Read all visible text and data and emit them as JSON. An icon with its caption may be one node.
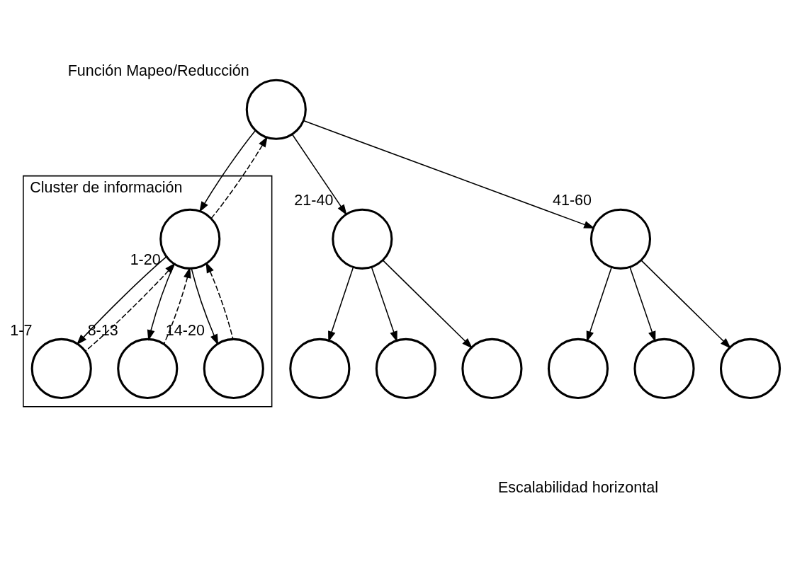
{
  "diagram": {
    "nodes": [
      {
        "text": [],
        "shape": "circle",
        "beside": [
          "Función Mapeo/Reducción"
        ]
      },
      {
        "text": [
          "Cluster de información"
        ]
      },
      {
        "text": [],
        "shape": "circle",
        "beside": [
          "1-20"
        ],
        "in": 1
      },
      {
        "text": [],
        "shape": "circle",
        "beside": [
          "21-40"
        ]
      },
      {
        "text": [],
        "shape": "circle",
        "beside": [
          "41-60"
        ]
      },
      {
        "text": [],
        "shape": "circle",
        "beside": [
          "1-7"
        ],
        "in": 1
      },
      {
        "text": [],
        "shape": "circle",
        "beside": [
          "8-13"
        ],
        "in": 1
      },
      {
        "text": [],
        "shape": "circle",
        "beside": [
          "14-20"
        ],
        "in": 1
      },
      {
        "text": [],
        "shape": "circle"
      },
      {
        "text": [],
        "shape": "circle"
      },
      {
        "text": [],
        "shape": "circle"
      },
      {
        "text": [],
        "shape": "circle"
      },
      {
        "text": [],
        "shape": "circle"
      },
      {
        "text": [],
        "shape": "circle"
      }
    ],
    "edges": [
      {
        "from": 0,
        "to": 2,
        "arrow": "to"
      },
      {
        "from": 2,
        "to": 0,
        "arrow": "to",
        "style": "dashed"
      },
      {
        "from": 0,
        "to": 3,
        "arrow": "to"
      },
      {
        "from": 0,
        "to": 4,
        "arrow": "to"
      },
      {
        "from": 2,
        "to": 5,
        "arrow": "to"
      },
      {
        "from": 5,
        "to": 2,
        "arrow": "to",
        "style": "dashed"
      },
      {
        "from": 2,
        "to": 6,
        "arrow": "to"
      },
      {
        "from": 6,
        "to": 2,
        "arrow": "to",
        "style": "dashed"
      },
      {
        "from": 2,
        "to": 7,
        "arrow": "to"
      },
      {
        "from": 7,
        "to": 2,
        "arrow": "to",
        "style": "dashed"
      },
      {
        "from": 3,
        "to": 8,
        "arrow": "to"
      },
      {
        "from": 3,
        "to": 9,
        "arrow": "to"
      },
      {
        "from": 3,
        "to": 10,
        "arrow": "to"
      },
      {
        "from": 4,
        "to": 11,
        "arrow": "to"
      },
      {
        "from": 4,
        "to": 12,
        "arrow": "to"
      },
      {
        "from": 4,
        "to": 13,
        "arrow": "to"
      }
    ],
    "labels": [
      "Escalabilidad horizontal"
    ]
  }
}
